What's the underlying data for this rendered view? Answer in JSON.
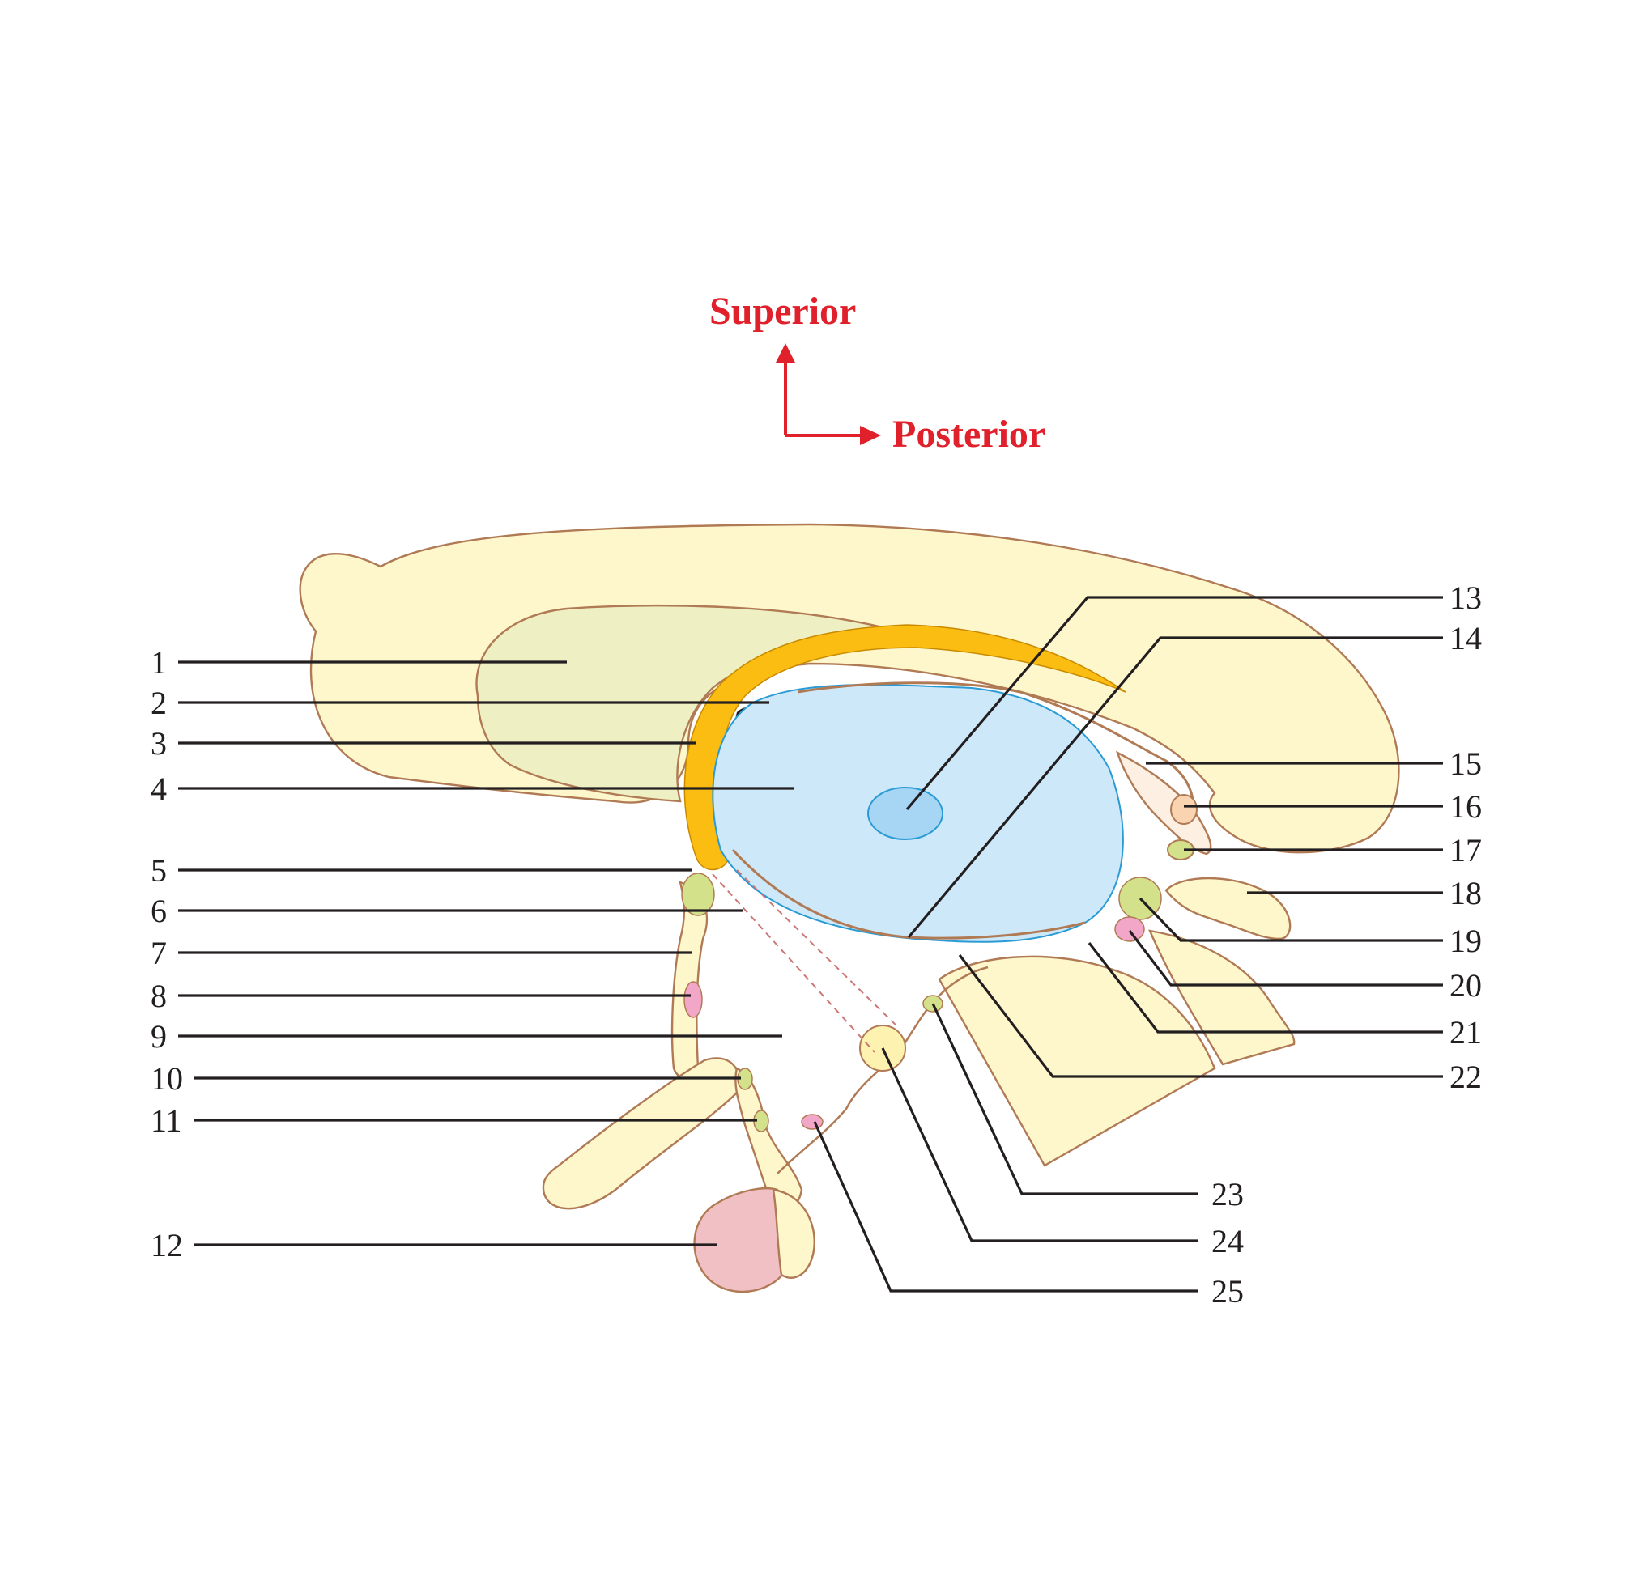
{
  "orientation": {
    "superior": "Superior",
    "posterior": "Posterior",
    "color": "#e0202a"
  },
  "colors": {
    "brain_fill": "#fef7cc",
    "limbic_fill": "#eef0c4",
    "corpus_callosum": "#fbbd12",
    "ventricle": "#cde8f9",
    "ventricle_core": "#a7d6f5",
    "nucleus_green": "#d3e18a",
    "nucleus_pink": "#f2a7c8",
    "pituitary": "#f0c0c4",
    "outline": "#b07a55"
  },
  "labels": [
    "1",
    "2",
    "3",
    "4",
    "5",
    "6",
    "7",
    "8",
    "9",
    "10",
    "11",
    "12",
    "13",
    "14",
    "15",
    "16",
    "17",
    "18",
    "19",
    "20",
    "21",
    "22",
    "23",
    "24",
    "25"
  ]
}
